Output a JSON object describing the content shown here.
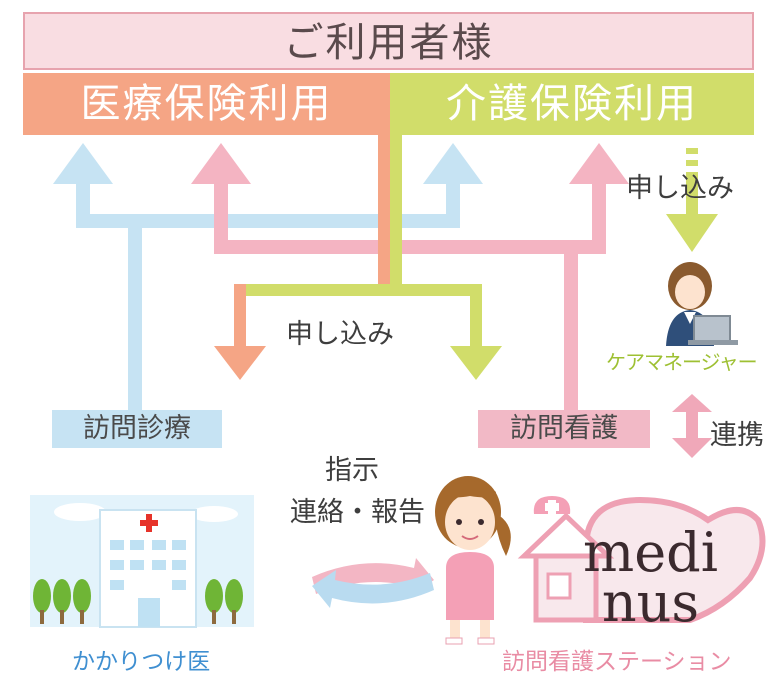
{
  "header": {
    "title": "ご利用者様"
  },
  "insurance": {
    "medical": "医療保険利用",
    "care": "介護保険利用"
  },
  "labels": {
    "application_center": "申し込み",
    "application_right": "申し込み",
    "care_manager": "ケアマネージャー",
    "cooperation": "連携",
    "instructions": "指示",
    "contact_report": "連絡・報告"
  },
  "boxes": {
    "home_visit_care": "訪問診療",
    "home_visit_nursing": "訪問看護"
  },
  "entities": {
    "family_doctor": "かかりつけ医",
    "nursing_station": "訪問看護ステーション"
  },
  "logo": {
    "line1": "medi",
    "line2": "nus"
  },
  "colors": {
    "title_bg": "#f9dde2",
    "medical": "#f5a585",
    "care": "#d1dd6a",
    "blue_flow": "#c6e3f3",
    "pink_flow": "#f2b9c6",
    "green_text": "#9ec033",
    "blue_text": "#3f8fd1",
    "pink_text": "#e98ca4"
  }
}
